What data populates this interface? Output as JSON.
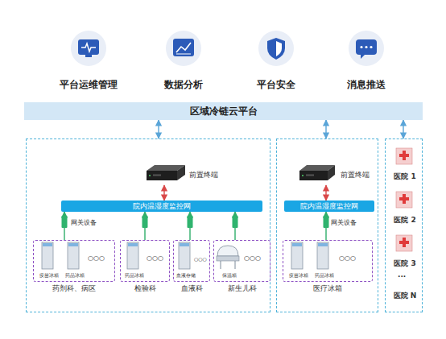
{
  "diagram": {
    "nodes": [
      {
        "text": [
          "平台运维管理"
        ]
      },
      {
        "text": [
          "数据分析"
        ]
      },
      {
        "text": [
          "平台安全"
        ]
      },
      {
        "text": [
          "消息推送"
        ]
      },
      {
        "text": [
          "区域冷链云平台"
        ]
      },
      {
        "text": []
      },
      {
        "text": [
          "前置终端"
        ],
        "in": 5
      },
      {
        "text": [
          "院内温湿度监控网"
        ],
        "in": 5
      },
      {
        "text": [
          "药剂科、病区"
        ],
        "in": 5
      },
      {
        "text": [
          "疫苗冰箱"
        ],
        "in": 8
      },
      {
        "text": [
          "药品冰箱"
        ],
        "in": 8
      },
      {
        "text": [
          "检验科"
        ],
        "in": 5
      },
      {
        "text": [
          "药品冰箱"
        ],
        "in": 11
      },
      {
        "text": [
          "血液科"
        ],
        "in": 5
      },
      {
        "text": [
          "血液存储"
        ],
        "in": 13
      },
      {
        "text": [
          "新生儿科"
        ],
        "in": 5
      },
      {
        "text": [
          "保温箱"
        ],
        "in": 15
      },
      {
        "text": []
      },
      {
        "text": [
          "前置终端"
        ],
        "in": 17
      },
      {
        "text": [
          "院内温湿度监控网"
        ],
        "in": 17
      },
      {
        "text": [
          "医疗冰箱"
        ],
        "in": 17
      },
      {
        "text": [
          "疫苗冰箱"
        ],
        "in": 20
      },
      {
        "text": [
          "药品冰箱"
        ],
        "in": 20
      },
      {
        "text": []
      },
      {
        "text": [
          "医院 1"
        ],
        "in": 23
      },
      {
        "text": [
          "医院 2"
        ],
        "in": 23
      },
      {
        "text": [
          "医院 3"
        ],
        "in": 23
      },
      {
        "text": [
          "医院 N"
        ],
        "in": 23
      }
    ],
    "edges": [
      {
        "from": 4,
        "to": 5,
        "arrow": "both"
      },
      {
        "from": 4,
        "to": 17,
        "arrow": "both"
      },
      {
        "from": 4,
        "to": 23,
        "arrow": "both"
      },
      {
        "from": 6,
        "to": 7,
        "arrow": "both"
      },
      {
        "from": 8,
        "to": 7,
        "arrow": "to"
      },
      {
        "from": 11,
        "to": 7,
        "arrow": "to"
      },
      {
        "from": 13,
        "to": 7,
        "arrow": "to"
      },
      {
        "from": 15,
        "to": 7,
        "arrow": "to"
      },
      {
        "from": 18,
        "to": 19,
        "arrow": "both"
      },
      {
        "from": 20,
        "to": 19,
        "arrow": "to"
      }
    ],
    "labels": [
      "网关设备",
      "网关设备",
      "○○○",
      "○○○",
      "○○○",
      "○○○",
      "○○○",
      "..."
    ]
  }
}
